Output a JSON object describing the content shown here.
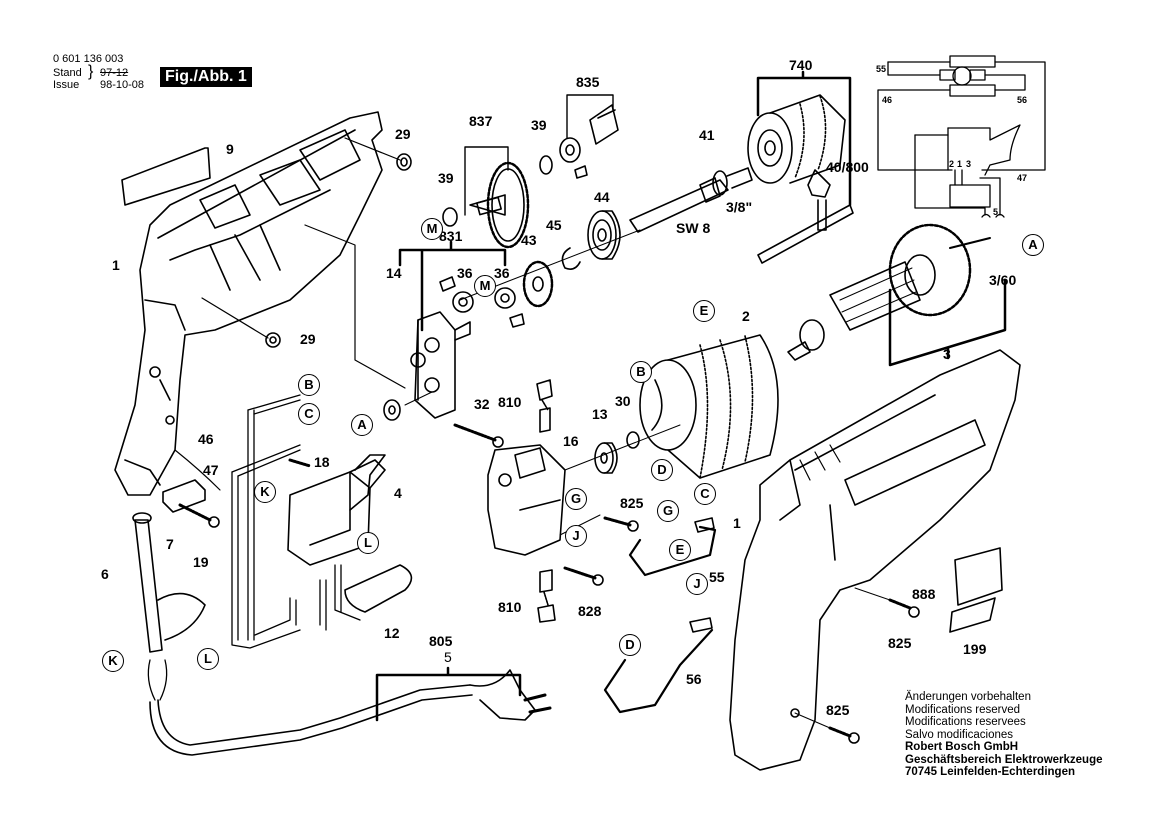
{
  "header": {
    "part_number": "0 601 136 003",
    "stand_label": "Stand",
    "issue_label": "Issue",
    "stand_value_struck": "97-12",
    "issue_value": "98-10-08",
    "figure_label": "Fig./Abb. 1"
  },
  "part_labels": {
    "p9": "9",
    "p29a": "29",
    "p29b": "29",
    "p1a": "1",
    "p1b": "1",
    "p837": "837",
    "p39a": "39",
    "p39b": "39",
    "p835": "835",
    "p41": "41",
    "p740": "740",
    "p40_800": "40/800",
    "p3_8": "3/8\"",
    "p44": "44",
    "p45": "45",
    "p43": "43",
    "psw8": "SW 8",
    "p831": "831",
    "p14": "14",
    "p36a": "36",
    "p36b": "36",
    "p32": "32",
    "p46": "46",
    "p47": "47",
    "p18": "18",
    "p4": "4",
    "p7": "7",
    "p19": "19",
    "p6": "6",
    "p12": "12",
    "p805": "805",
    "p5": "5",
    "p810a": "810",
    "p810b": "810",
    "p16": "16",
    "p13": "13",
    "p30": "30",
    "p825a": "825",
    "p825b": "825",
    "p825c": "825",
    "p828": "828",
    "p55": "55",
    "p56": "56",
    "p2": "2",
    "p3_60": "3/60",
    "p3": "3",
    "p888": "888",
    "p199": "199"
  },
  "connector_markers": {
    "A1": "A",
    "A2": "A",
    "M1": "M",
    "M2": "M",
    "B1": "B",
    "B2": "B",
    "C1": "C",
    "C2": "C",
    "D1": "D",
    "D2": "D",
    "E1": "E",
    "E2": "E",
    "G1": "G",
    "G2": "G",
    "J1": "J",
    "J2": "J",
    "K1": "K",
    "K2": "K",
    "L1": "L",
    "L2": "L"
  },
  "wiring_diagram": {
    "wire_labels": [
      "55",
      "46",
      "56",
      "47",
      "5"
    ],
    "terminal_labels": [
      "2",
      "1",
      "3"
    ]
  },
  "footer_note": {
    "lines": [
      "Änderungen vorbehalten",
      "Modifications reserved",
      "Modifications reservees",
      "Salvo modificaciones"
    ],
    "company": "Robert Bosch GmbH",
    "division": "Geschäftsbereich Elektrowerkzeuge",
    "address": "70745 Leinfelden-Echterdingen"
  }
}
